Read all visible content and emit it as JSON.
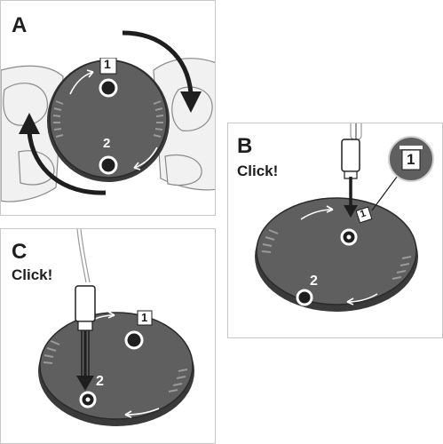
{
  "panels": {
    "a": {
      "letter": "A"
    },
    "b": {
      "letter": "B",
      "caption": "Click!",
      "callout_number": "1"
    },
    "c": {
      "letter": "C",
      "caption": "Click!"
    }
  },
  "dial": {
    "position_1_label": "1",
    "position_2_label": "2"
  },
  "icons": {
    "position_1": "trash-can-icon",
    "rotate_clockwise": "rotate-arrow-icon",
    "press_down": "down-arrow-icon"
  },
  "colors": {
    "dial_face": "#5f5f5f",
    "dial_edge": "#3a3a3a",
    "outline": "#1e1e1e",
    "arrow": "#1e1e1e",
    "skin": "#f1f1f1"
  }
}
